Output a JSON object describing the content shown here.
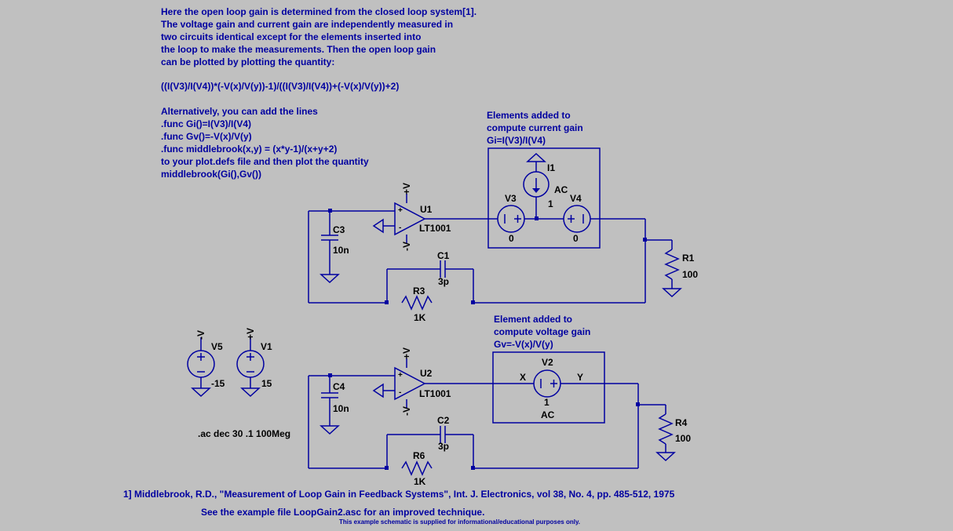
{
  "description_lines": [
    "Here the open loop gain is determined from the closed loop system[1].",
    "The voltage gain and current gain are independently measured in",
    "two circuits identical except for the elements inserted into",
    "the loop to make the measurements.  Then the open loop gain",
    "can be plotted by plotting the quantity:",
    "",
    "((I(V3)/I(V4))*(-V(x)/V(y))-1)/((I(V3)/I(V4))+(-V(x)/V(y))+2)",
    "",
    "Alternatively, you can add the lines",
    ".func Gi()=I(V3)/I(V4)",
    ".func Gv()=-V(x)/V(y)",
    ".func middlebrook(x,y) = (x*y-1)/(x+y+2)",
    "to your plot.defs file and then plot the quantity",
    "middlebrook(Gi(),Gv())"
  ],
  "current_box_lines": [
    "Elements added to",
    "compute current gain",
    "Gi=I(V3)/I(V4)"
  ],
  "voltage_box_lines": [
    "Element added to",
    "compute voltage gain",
    "Gv=-V(x)/V(y)"
  ],
  "components": {
    "U1": {
      "name": "U1",
      "value": "LT1001"
    },
    "U2": {
      "name": "U2",
      "value": "LT1001"
    },
    "C1": {
      "name": "C1",
      "value": "3p"
    },
    "C2": {
      "name": "C2",
      "value": "3p"
    },
    "C3": {
      "name": "C3",
      "value": "10n"
    },
    "C4": {
      "name": "C4",
      "value": "10n"
    },
    "R1": {
      "name": "R1",
      "value": "100"
    },
    "R3": {
      "name": "R3",
      "value": "1K"
    },
    "R4": {
      "name": "R4",
      "value": "100"
    },
    "R6": {
      "name": "R6",
      "value": "1K"
    },
    "I1": {
      "name": "I1",
      "value": "AC",
      "value2": "1"
    },
    "V1": {
      "name": "V1",
      "value": "15"
    },
    "V2": {
      "name": "V2",
      "value": "1",
      "value2": "AC"
    },
    "V3": {
      "name": "V3",
      "value": "0"
    },
    "V4": {
      "name": "V4",
      "value": "0"
    },
    "V5": {
      "name": "V5",
      "value": "-15"
    }
  },
  "net_labels": {
    "vplus": "+V",
    "vminus": "-V",
    "x": "X",
    "y": "Y"
  },
  "opamp_pins": {
    "plus": "+",
    "minus": "-"
  },
  "ac_directive": ".ac dec 30 .1 100Meg",
  "reference": "1] Middlebrook, R.D., \"Measurement of Loop Gain in Feedback Systems\", Int. J. Electronics, vol 38, No. 4, pp. 485-512, 1975",
  "see_also": "See the example file LoopGain2.asc for an improved technique.",
  "disclaimer": "This example schematic is supplied for informational/educational purposes only.",
  "colors": {
    "background": "#c0c0c0",
    "wire": "#0000a0",
    "component_text": "#000000"
  }
}
